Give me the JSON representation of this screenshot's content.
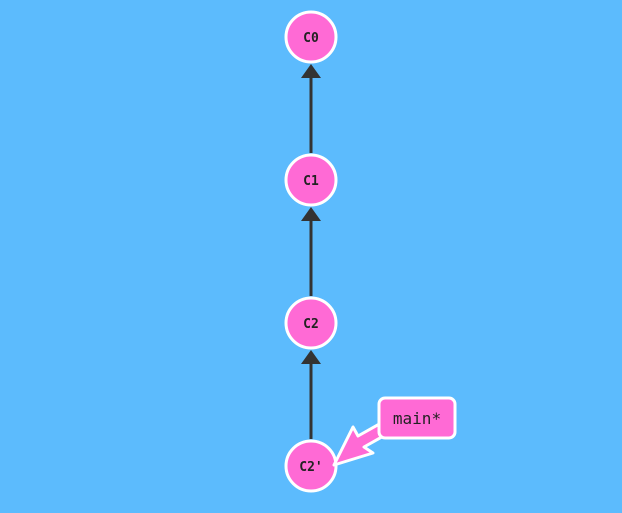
{
  "diagram": {
    "commits": [
      {
        "id": "C0"
      },
      {
        "id": "C1"
      },
      {
        "id": "C2"
      },
      {
        "id": "C2'"
      }
    ],
    "edges": [
      {
        "from": "C1",
        "to": "C0"
      },
      {
        "from": "C2",
        "to": "C1"
      },
      {
        "from": "C2'",
        "to": "C2"
      }
    ],
    "branch": {
      "label": "main*",
      "target": "C2'"
    },
    "colors": {
      "background": "#5cbbfd",
      "node_fill": "#ff6ad5",
      "node_stroke": "#ffffff",
      "edge": "#333333",
      "text": "#222222"
    }
  }
}
